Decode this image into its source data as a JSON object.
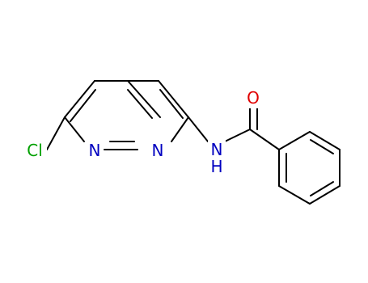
{
  "molecule": {
    "atoms": [
      {
        "id": "cl",
        "label": "Cl",
        "color": "#00a000"
      },
      {
        "id": "n1",
        "label": "N",
        "color": "#0000c0"
      },
      {
        "id": "n8",
        "label": "N",
        "color": "#0000c0"
      },
      {
        "id": "nh_n",
        "label": "N",
        "color": "#0000c0"
      },
      {
        "id": "nh_h",
        "label": "H",
        "color": "#0000c0"
      },
      {
        "id": "o",
        "label": "O",
        "color": "#e00000"
      }
    ]
  }
}
